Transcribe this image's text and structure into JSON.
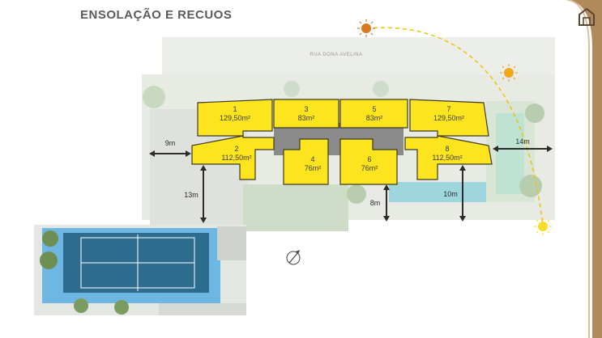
{
  "page": {
    "title": "ENSOLAÇÃO E RECUOS"
  },
  "street": {
    "name": "RUA DONA AVELINA"
  },
  "units": [
    {
      "number": "1",
      "area": "129,50m²"
    },
    {
      "number": "2",
      "area": "112,50m²"
    },
    {
      "number": "3",
      "area": "83m²"
    },
    {
      "number": "4",
      "area": "76m²"
    },
    {
      "number": "5",
      "area": "83m²"
    },
    {
      "number": "6",
      "area": "76m²"
    },
    {
      "number": "7",
      "area": "129,50m²"
    },
    {
      "number": "8",
      "area": "112,50m²"
    }
  ],
  "setbacks": [
    {
      "label": "9m"
    },
    {
      "label": "13m"
    },
    {
      "label": "8m"
    },
    {
      "label": "10m"
    },
    {
      "label": "14m"
    }
  ],
  "colors": {
    "units": "#fce51f",
    "units_outline": "#3f3a20",
    "core": "#8a8a8a",
    "sun_path": "#f2c200",
    "pool": "#6fb7e3",
    "court": "#2d6b8f",
    "frame": "#b08a5a"
  },
  "icons": {
    "home": "home-icon",
    "compass": "compass-icon",
    "sun": "sun-icon"
  }
}
